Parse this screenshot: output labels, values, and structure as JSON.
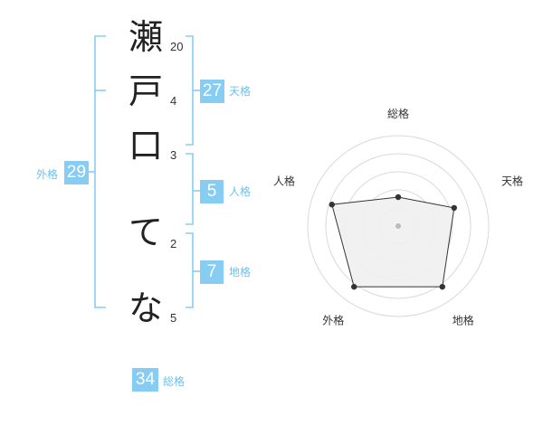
{
  "name": {
    "characters": [
      {
        "char": "瀬",
        "strokes": "20"
      },
      {
        "char": "戸",
        "strokes": "4"
      },
      {
        "char": "口",
        "strokes": "3"
      },
      {
        "char": "て",
        "strokes": "2"
      },
      {
        "char": "な",
        "strokes": "5"
      }
    ]
  },
  "kakusu": {
    "tenkaku": {
      "value": "27",
      "label": "天格"
    },
    "jinkaku": {
      "value": "5",
      "label": "人格"
    },
    "chikaku": {
      "value": "7",
      "label": "地格"
    },
    "gaikaku": {
      "value": "29",
      "label": "外格"
    },
    "soukaku": {
      "value": "34",
      "label": "総格"
    }
  },
  "radar": {
    "axes": [
      "総格",
      "天格",
      "地格",
      "外格",
      "人格"
    ],
    "values": [
      0.32,
      0.65,
      0.83,
      0.83,
      0.77
    ],
    "colors": {
      "stroke": "#333333",
      "fill": "#efefef",
      "grid": "#d9d9d9",
      "center": "#bbbbbb"
    }
  },
  "colors": {
    "bracket": "#87cdf3",
    "badge": "#87cdf3",
    "badge_label": "#6cc1ee"
  }
}
